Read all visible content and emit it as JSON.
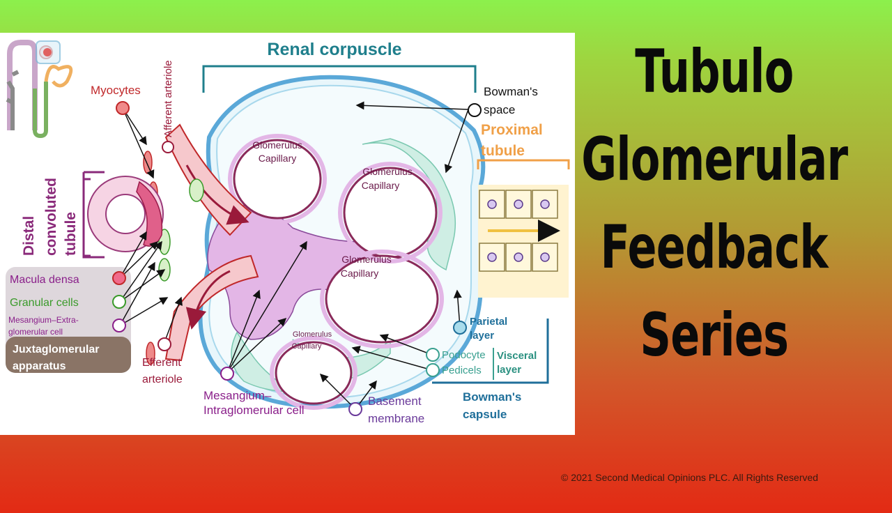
{
  "title": {
    "lines": [
      "Tubulo",
      "Glomerular",
      "Feedback",
      "Series"
    ]
  },
  "copyright": "© 2021 Second Medical Opinions PLC. All Rights Reserved",
  "diagram": {
    "renal_corpuscle": "Renal corpuscle",
    "bowmans_space": [
      "Bowman's",
      "space"
    ],
    "proximal_tubule": [
      "Proximal",
      "tubule"
    ],
    "myocytes": "Myocytes",
    "afferent_arteriole": "Afferent arteriole",
    "distal_convoluted_tubule": [
      "Distal",
      "convoluted",
      "tubule"
    ],
    "glomerulus_capillary": [
      "Glomerulus",
      "Capillary"
    ],
    "macula_densa": "Macula densa",
    "granular_cells": "Granular cells",
    "mesangium_extra": [
      "Mesangium–Extra-",
      "glomerular cell"
    ],
    "juxtaglomerular_apparatus": [
      "Juxtaglomerular",
      "apparatus"
    ],
    "efferent_arteriole": [
      "Efferent",
      "arteriole"
    ],
    "mesangium_intra": [
      "Mesangium–",
      "Intraglomerular cell"
    ],
    "basement_membrane": [
      "Basement",
      "membrane"
    ],
    "parietal_layer": [
      "Parietal",
      "layer"
    ],
    "podocyte": "Podocyte",
    "pedicels": "Pedicels",
    "visceral_layer": [
      "Visceral",
      "layer"
    ],
    "bowmans_capsule": [
      "Bowman's",
      "capsule"
    ]
  },
  "colors": {
    "teal_label": "#1f7f8c",
    "orange_label": "#f0a048",
    "purple_label": "#8a1f8a",
    "red_label": "#c0282a",
    "green_label": "#3a9a2a",
    "blue_label": "#1f6f9a",
    "capillary_border": "#8a2a5a",
    "mesangium_fill": "#e3b6e6"
  }
}
